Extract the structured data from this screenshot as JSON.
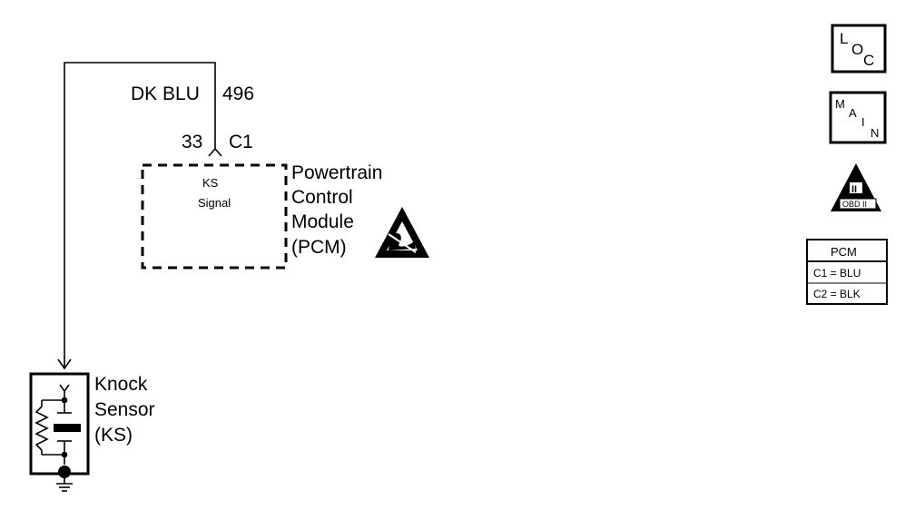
{
  "wire": {
    "color": "DK BLU",
    "circuit": "496",
    "terminal": "33",
    "connector": "C1"
  },
  "pcm": {
    "internal_line1": "KS",
    "internal_line2": "Signal",
    "name_line1": "Powertrain",
    "name_line2": "Control",
    "name_line3": "Module",
    "name_line4": "(PCM)"
  },
  "sensor": {
    "name_line1": "Knock",
    "name_line2": "Sensor",
    "name_line3": "(KS)"
  },
  "icons": {
    "loc": {
      "l": "L",
      "o": "O",
      "c": "C"
    },
    "main": {
      "m": "M",
      "a": "A",
      "i": "I",
      "n": "N"
    },
    "obd": {
      "roman": "II",
      "label": "OBD II"
    },
    "esd": "esd-sensitive-icon"
  },
  "connector_legend": {
    "title": "PCM",
    "row1": "C1 = BLU",
    "row2": "C2 = BLK"
  }
}
